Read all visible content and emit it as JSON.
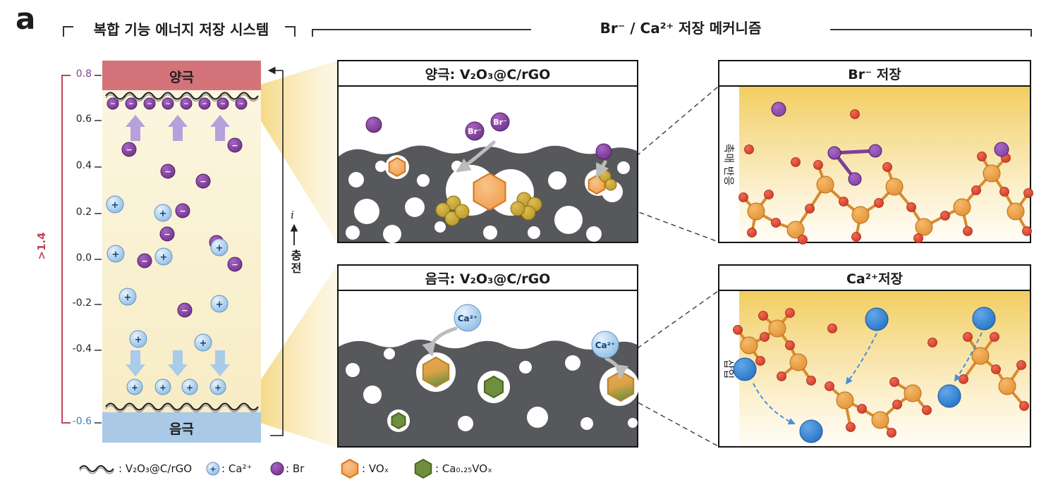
{
  "panel_label": "a",
  "headers": {
    "left": "복합 기능 에너지 저장 시스템",
    "right": "Br⁻ / Ca²⁺ 저장 메커니즘"
  },
  "cell": {
    "cathode": "양극",
    "anode": "음극",
    "axis_ticks": [
      "0.8",
      "0.6",
      "0.4",
      "0.2",
      "0.0",
      "-0.2",
      "-0.4",
      "-0.6"
    ],
    "voltage_gap": ">1.4",
    "current": "i",
    "charge": "충전"
  },
  "symbols": {
    "plus": "+",
    "minus": "−"
  },
  "panels": {
    "cathode": {
      "title": "양극: V₂O₃@C/rGO",
      "ion": "Br⁻"
    },
    "anode": {
      "title": "음극: V₂O₃@C/rGO",
      "ion": "Ca²⁺"
    },
    "br_storage": {
      "title": "Br⁻ 저장",
      "side": "촉매 반응"
    },
    "ca_storage": {
      "title": "Ca²⁺저장",
      "side": "삽입"
    }
  },
  "legend": {
    "electrode": ": V₂O₃@C/rGO",
    "ca": ": Ca²⁺",
    "br": ": Br",
    "vox": ": VOₓ",
    "cavox": ": Ca₀.₂₅VOₓ"
  },
  "colors": {
    "cathode_bar": "#d4737a",
    "anode_bar": "#a9c9e6",
    "electrolyte": "#faf3da",
    "anion_purple": "#7d3f98",
    "cation_blue": "#a9cbe8",
    "matrix_gray": "#57585b",
    "orange_hexagon": "#ef9440",
    "green_hexagon": "#6f8f3e",
    "gold_cluster": "#c8a22c",
    "vanadium_atom": "#e08c2e",
    "oxygen_atom": "#cc3220",
    "bromine_atom": "#7d3f98",
    "calcium_atom": "#1d6cc0",
    "highlight_yellow": "#f2cd60",
    "voltage_red": "#c0455c"
  }
}
